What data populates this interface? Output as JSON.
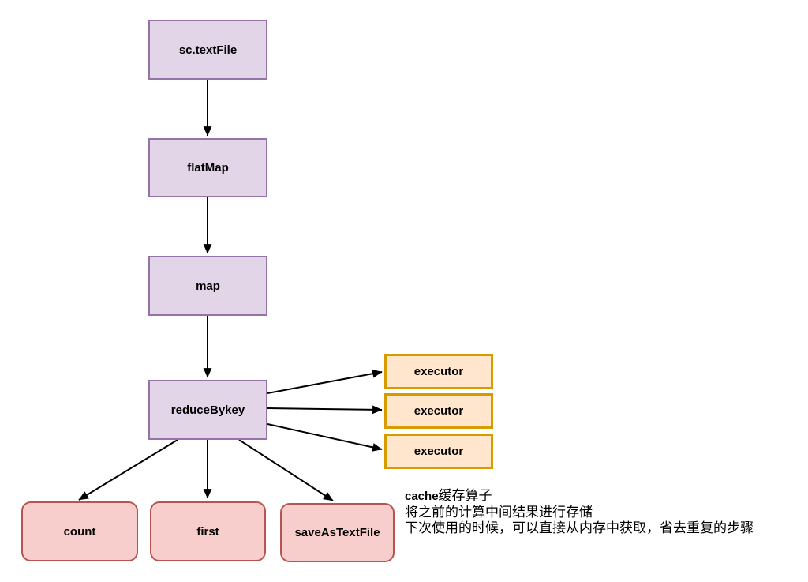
{
  "diagram": {
    "nodes": [
      {
        "id": "sc_textfile",
        "label": "sc.textFile",
        "type": "purple"
      },
      {
        "id": "flatmap",
        "label": "flatMap",
        "type": "purple"
      },
      {
        "id": "map",
        "label": "map",
        "type": "purple"
      },
      {
        "id": "reducebykey",
        "label": "reduceBykey",
        "type": "purple"
      },
      {
        "id": "executor1",
        "label": "executor",
        "type": "orange"
      },
      {
        "id": "executor2",
        "label": "executor",
        "type": "orange"
      },
      {
        "id": "executor3",
        "label": "executor",
        "type": "orange"
      },
      {
        "id": "count",
        "label": "count",
        "type": "red"
      },
      {
        "id": "first",
        "label": "first",
        "type": "red"
      },
      {
        "id": "saveastextfile",
        "label": "saveAsTextFile",
        "type": "red"
      }
    ],
    "edges": [
      {
        "from": "sc_textfile",
        "to": "flatmap"
      },
      {
        "from": "flatmap",
        "to": "map"
      },
      {
        "from": "map",
        "to": "reducebykey"
      },
      {
        "from": "reducebykey",
        "to": "executor1"
      },
      {
        "from": "reducebykey",
        "to": "executor2"
      },
      {
        "from": "reducebykey",
        "to": "executor3"
      },
      {
        "from": "reducebykey",
        "to": "count"
      },
      {
        "from": "reducebykey",
        "to": "first"
      },
      {
        "from": "reducebykey",
        "to": "saveastextfile"
      }
    ],
    "annotation": {
      "keyword": "cache",
      "line1_rest": "缓存算子",
      "line2": "将之前的计算中间结果进行存储",
      "line3": "下次使用的时候，可以直接从内存中获取，省去重复的步骤"
    },
    "colors": {
      "background": "#ffffff",
      "purple_fill": "#e1d5e7",
      "purple_border": "#9673a6",
      "orange_fill": "#ffe6cc",
      "orange_border": "#d79b00",
      "red_fill": "#f8cecc",
      "red_border": "#b85450",
      "arrow": "#000000"
    }
  }
}
